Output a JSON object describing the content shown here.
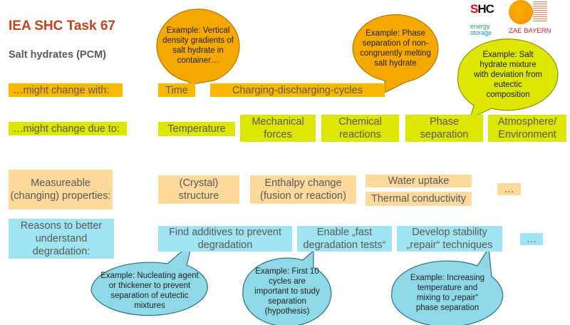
{
  "title": "IEA SHC Task 67",
  "subtitle": "Salt hydrates (PCM)",
  "logos": {
    "shc": "SHC",
    "energy_storage": "energy storage",
    "zae": "ZAE BAYERN"
  },
  "colors": {
    "title": "#c4431c",
    "orange": "#f9b800",
    "yellowgreen": "#dce600",
    "lightorange": "#fdd99b",
    "cyan": "#9fe4f0"
  },
  "rows": {
    "change_with": {
      "label": "…might change with:",
      "items": [
        "Time",
        "Charging-discharging-cycles"
      ]
    },
    "change_due": {
      "label": "…might change due to:",
      "items": [
        "Temperature",
        "Mechanical forces",
        "Chemical reactions",
        "Phase separation",
        "Atmosphere/ Environment"
      ]
    },
    "properties": {
      "label": "Measureable (changing) properties:",
      "items": [
        "(Crystal) structure",
        "Enthalpy change (fusion or reaction)",
        "Water uptake",
        "Thermal conductivity",
        "…"
      ]
    },
    "reasons": {
      "label": "Reasons to better understand degradation:",
      "items": [
        "Find additives to prevent degradation",
        "Enable „fast degradation tests“",
        "Develop stability „repair“ techniques",
        "…"
      ]
    }
  },
  "callouts": [
    "Example: Vertical density gradients of salt hydrate in container…",
    "Example: Phase separation of non-congruently melting salt hydrate",
    "Example: Salt hydrate mixture with deviation from eutectic composition",
    "Example: Nucleating agent or thickener to prevent separation of eutectic mixtures",
    "Example: First 10 cycles are important to study separation (hypothesis)",
    "Example: Increasing temperature and mixing to „repair“ phase separation"
  ]
}
